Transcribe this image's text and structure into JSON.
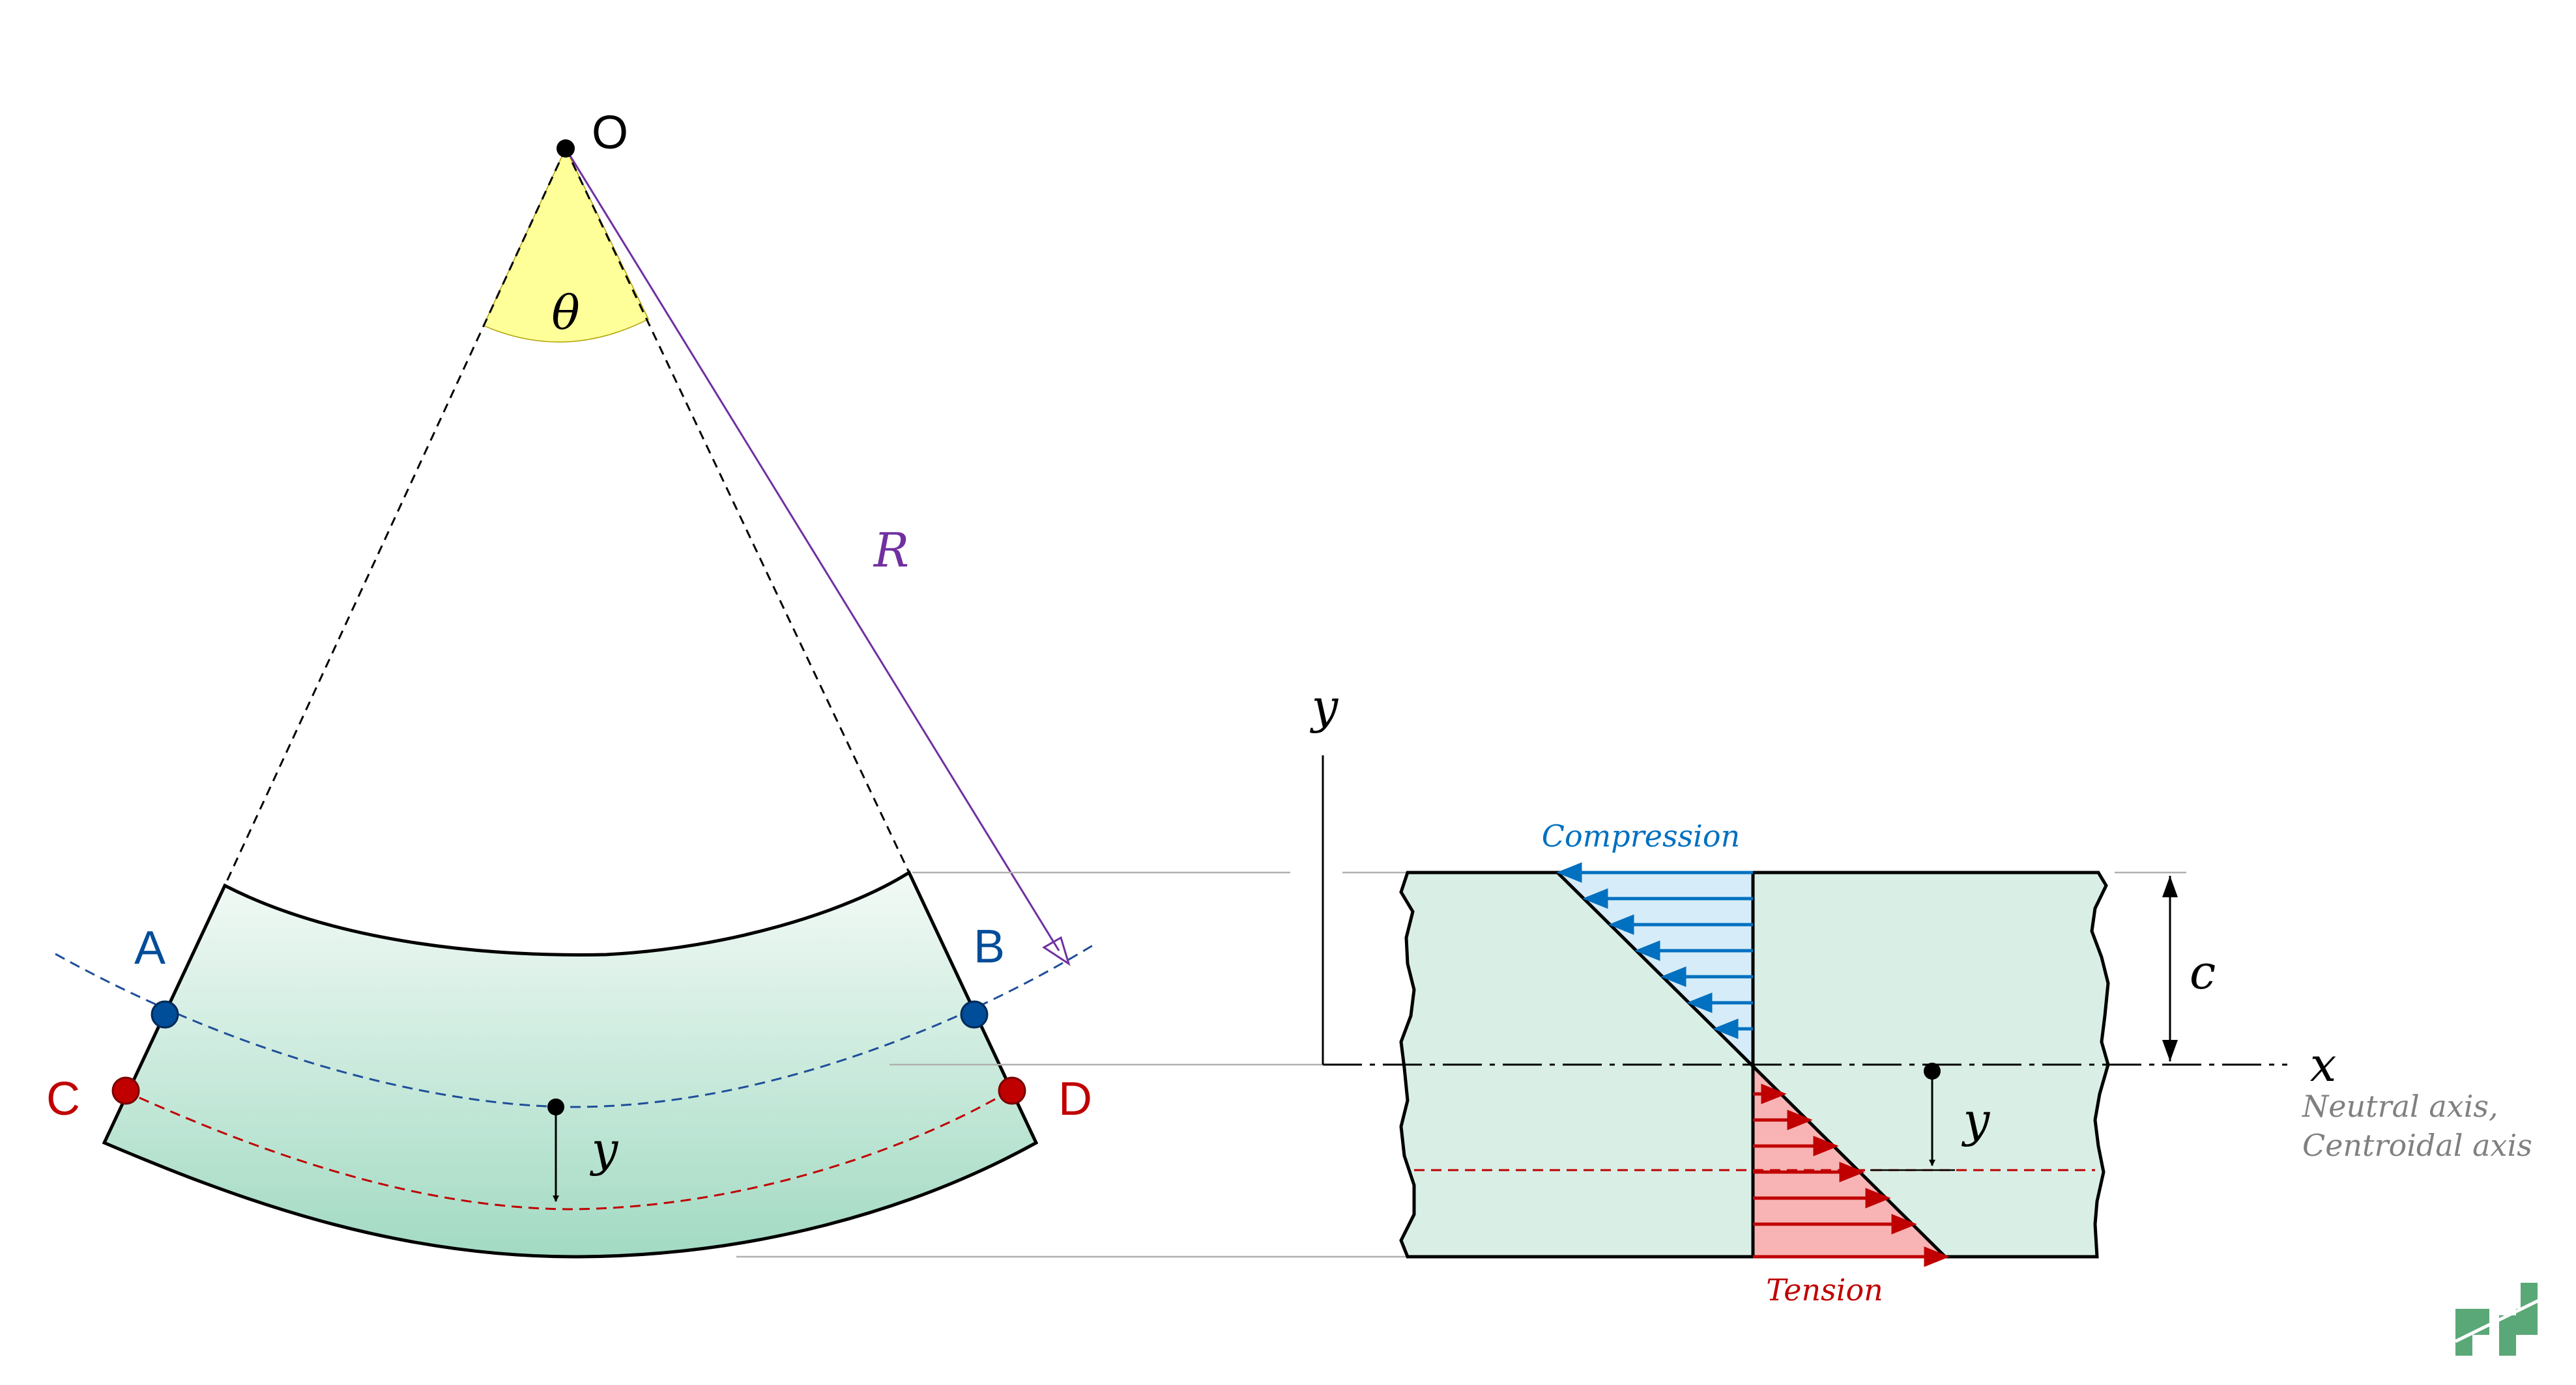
{
  "diagram": {
    "labels": {
      "center": "O",
      "angle": "θ",
      "radius": "R",
      "point_a": "A",
      "point_b": "B",
      "point_c": "C",
      "point_d": "D",
      "y_left": "y",
      "y_axis": "y",
      "x_axis": "x",
      "c_dim": "c",
      "y_right": "y",
      "compression": "Compression",
      "tension": "Tension",
      "neutral_axis_line1": "Neutral axis,",
      "neutral_axis_line2": "Centroidal axis"
    },
    "colors": {
      "beam_fill_top": "#f0f8f4",
      "beam_fill_bottom": "#a6dcc6",
      "section_fill": "#d9efe6",
      "angle_fill": "#ffff99",
      "compression": "#0070c0",
      "compression_fill": "#d6ecf8",
      "tension": "#c00000",
      "tension_fill": "#f8b4b4",
      "neutral_blue": "#004d99",
      "radius": "#7030a0",
      "logo": "#5aa877"
    },
    "logo": "pd-logo-icon"
  }
}
